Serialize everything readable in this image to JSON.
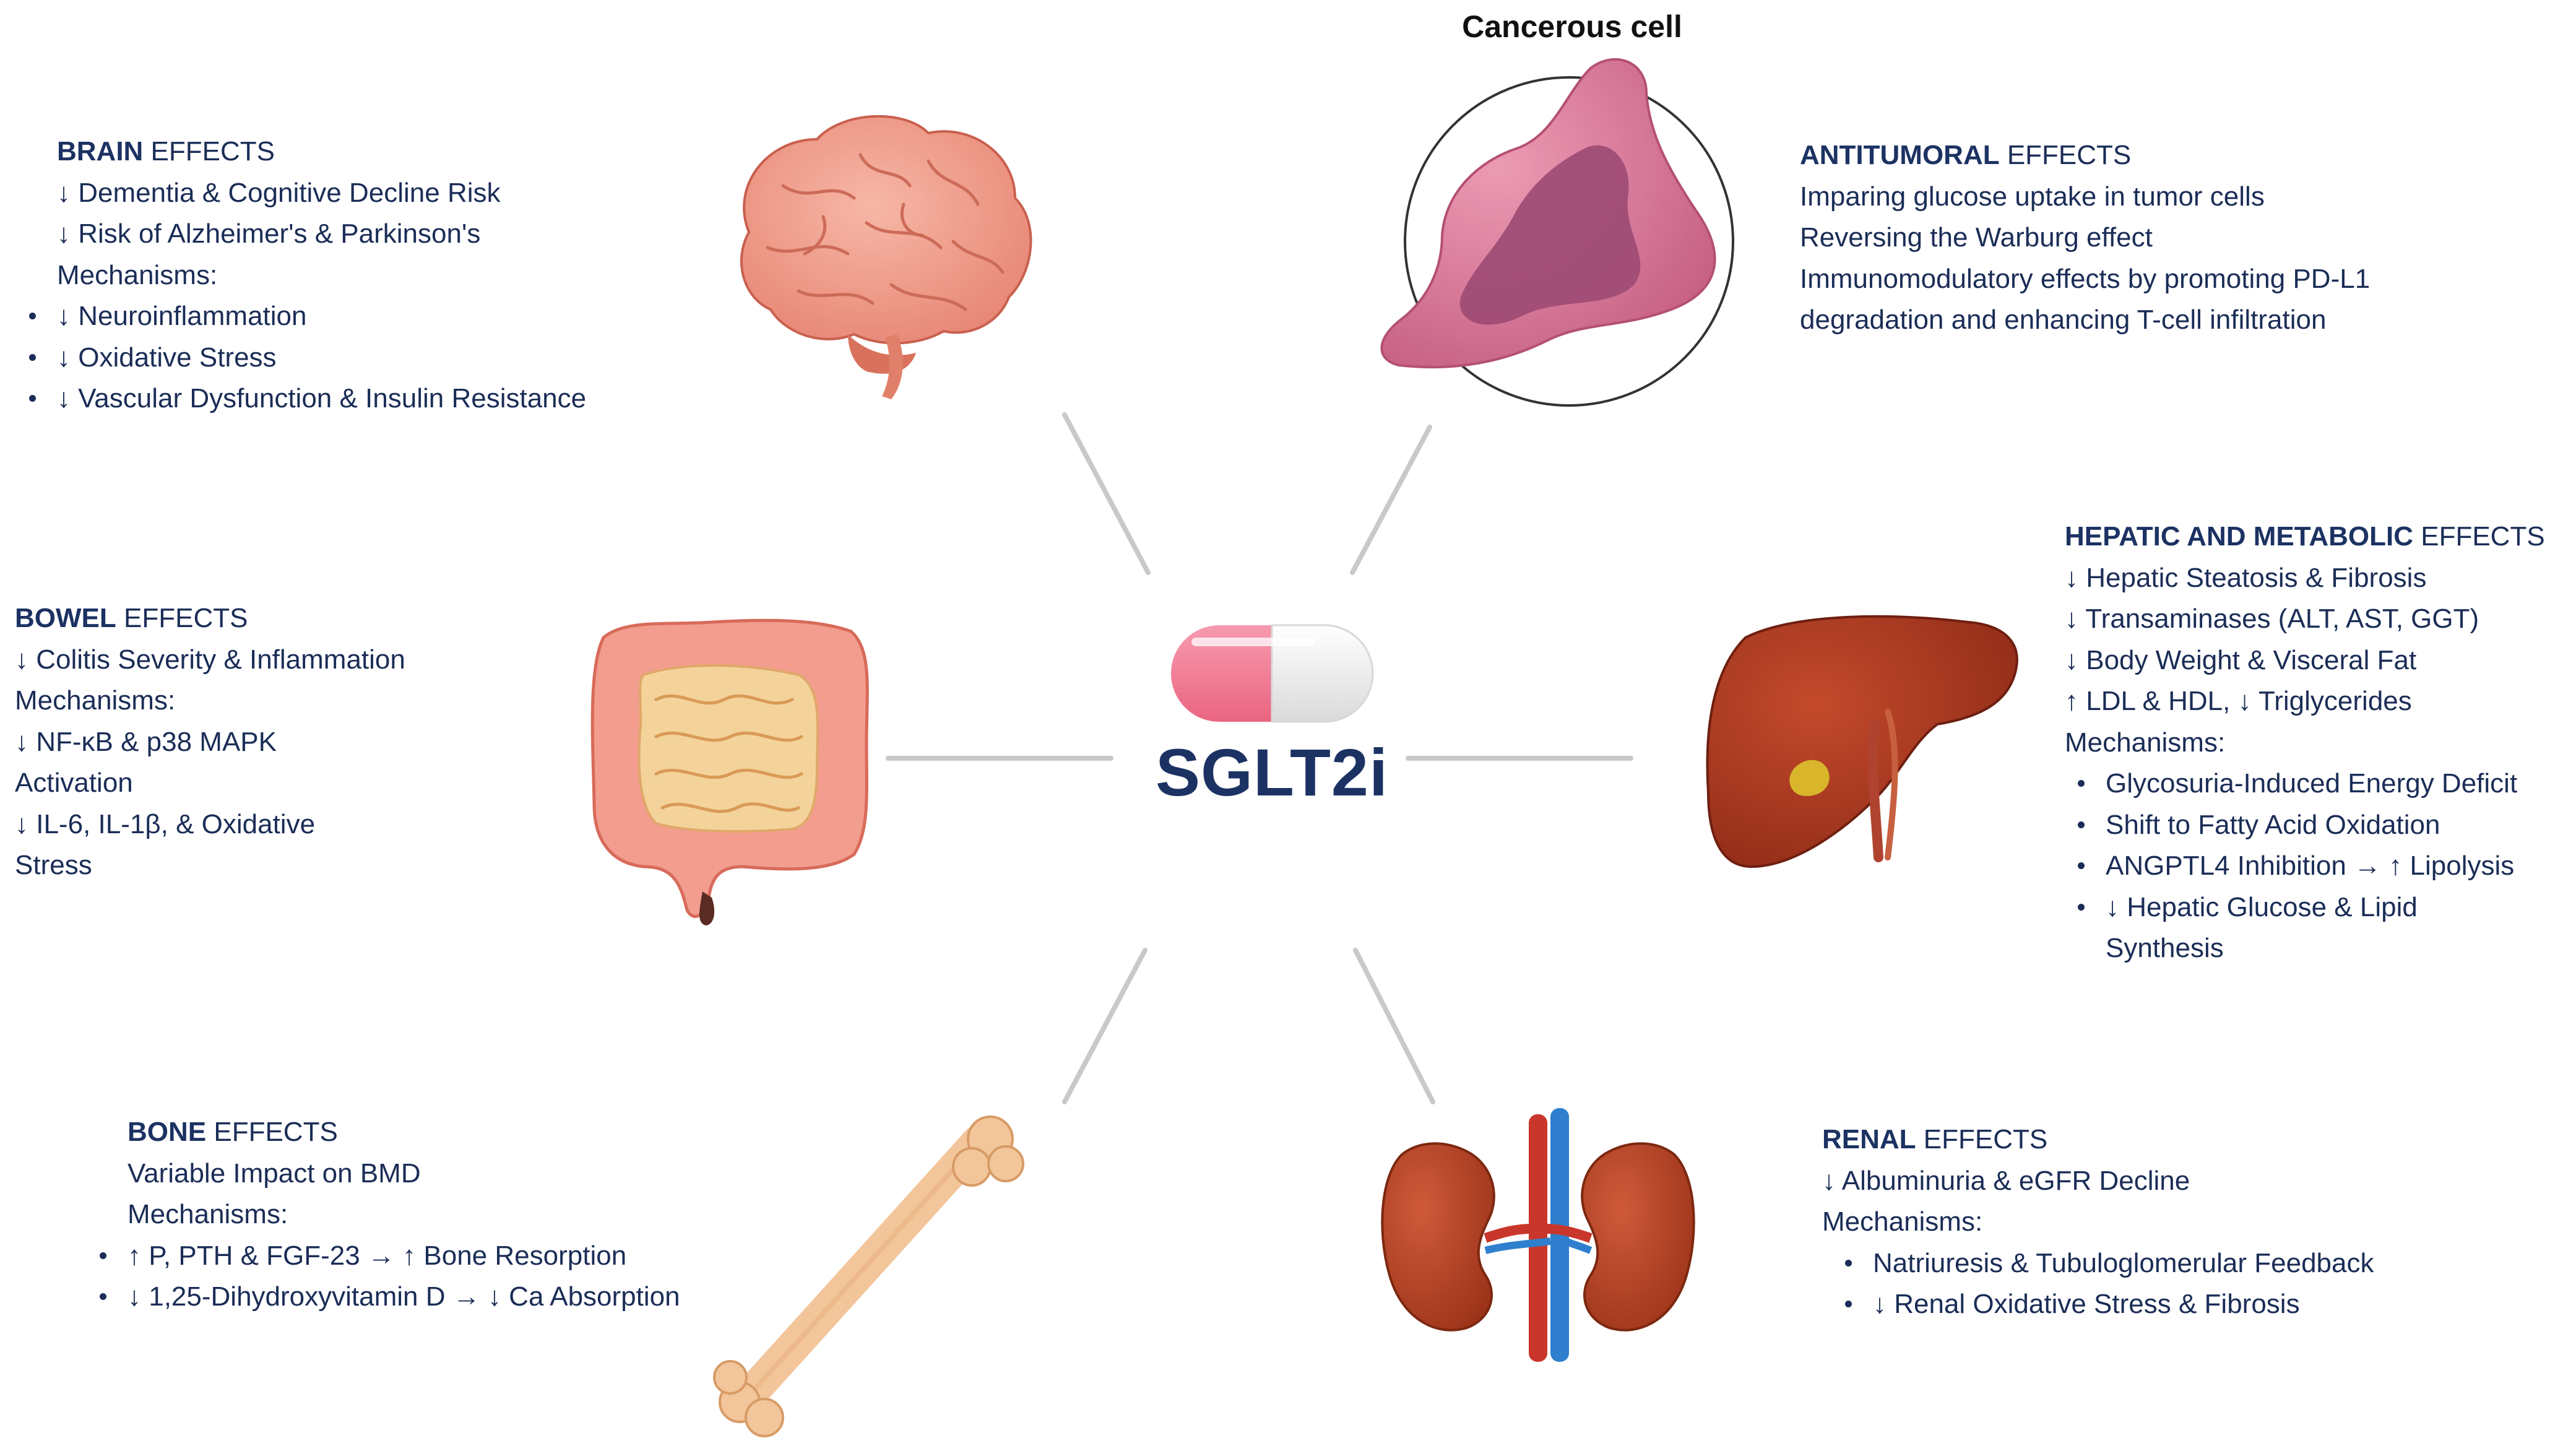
{
  "center": {
    "label": "SGLT2i"
  },
  "cancer_label": "Cancerous cell",
  "brain": {
    "title_bold": "BRAIN",
    "title_rest": " EFFECTS",
    "lines": [
      "↓ Dementia & Cognitive Decline Risk",
      "↓ Risk of Alzheimer's & Parkinson's",
      "Mechanisms:"
    ],
    "bullets": [
      "↓ Neuroinflammation",
      "↓ Oxidative Stress",
      "↓ Vascular Dysfunction & Insulin Resistance"
    ]
  },
  "antitumoral": {
    "title_bold": "ANTITUMORAL",
    "title_rest": " EFFECTS",
    "lines": [
      "Imparing glucose uptake in tumor cells",
      "Reversing the Warburg effect",
      "Immunomodulatory effects by promoting PD-L1",
      "degradation and enhancing T-cell infiltration"
    ]
  },
  "bowel": {
    "title_bold": "BOWEL",
    "title_rest": "  EFFECTS",
    "lines": [
      "↓ Colitis Severity & Inflammation",
      "Mechanisms:"
    ],
    "bullets": [
      [
        "↓ NF-κB & p38 MAPK",
        "Activation"
      ],
      [
        "↓ IL-6, IL-1β, & Oxidative",
        "Stress"
      ]
    ]
  },
  "hepatic": {
    "title_bold": "HEPATIC AND METABOLIC",
    "title_rest": "  EFFECTS",
    "lines": [
      "↓ Hepatic Steatosis & Fibrosis",
      "↓ Transaminases (ALT, AST, GGT)",
      "↓ Body Weight & Visceral Fat",
      "↑ LDL & HDL, ↓ Triglycerides",
      "Mechanisms:"
    ],
    "bullets": [
      [
        "Glycosuria-Induced Energy Deficit"
      ],
      [
        "Shift to Fatty Acid Oxidation"
      ],
      [
        "ANGPTL4 Inhibition → ↑ Lipolysis"
      ],
      [
        "↓ Hepatic Glucose & Lipid",
        "Synthesis"
      ]
    ]
  },
  "bone": {
    "title_bold": "BONE",
    "title_rest": "  EFFECTS",
    "lines": [
      "Variable Impact on BMD",
      "Mechanisms:"
    ],
    "bullets": [
      "↑ P, PTH & FGF-23 → ↑ Bone Resorption",
      "↓ 1,25-Dihydroxyvitamin D → ↓ Ca Absorption"
    ]
  },
  "renal": {
    "title_bold": "RENAL",
    "title_rest": "  EFFECTS",
    "lines": [
      "↓ Albuminuria & eGFR Decline",
      "Mechanisms:"
    ],
    "bullets": [
      "Natriuresis & Tubuloglomerular Feedback",
      "↓ Renal Oxidative Stress & Fibrosis"
    ]
  }
}
